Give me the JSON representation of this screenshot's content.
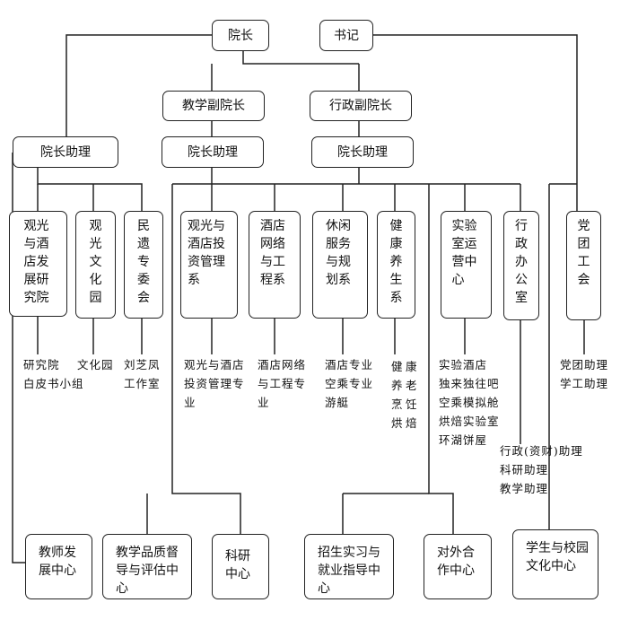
{
  "top": {
    "president": "院长",
    "secretary": "书记"
  },
  "vice": {
    "teaching": "教学副院长",
    "admin": "行政副院长"
  },
  "assistants": {
    "left": "院长助理",
    "middle": "院长助理",
    "right": "院长助理"
  },
  "units": {
    "institute": "观光与酒店发展研究院",
    "culture_park": "观光文化园",
    "folk_committee": "民遗专委会",
    "tourism_investment": "观光与酒店投资管理系",
    "hotel_network": "酒店网络与工程系",
    "leisure_service": "休闲服务与规划系",
    "health": "健康养生系",
    "lab_center": "实验室运营中心",
    "admin_office": "行政办公室",
    "party_league": "党团工会"
  },
  "notes": {
    "institute": "研究院\n白皮书小组",
    "culture_park": "文化园",
    "folk_committee": "刘芝凤\n工作室",
    "tourism_investment": "观光与酒店\n投资管理专\n业",
    "hotel_network": "酒店网络\n与工程专\n业",
    "leisure_service": "酒店专业\n空乘专业\n游艇",
    "health_cols": [
      "健养烹烘",
      "康老饪焙"
    ],
    "lab_center": "实验酒店\n独来独往吧\n空乘模拟舱\n烘焙实验室\n环湖饼屋",
    "party_league": "党团助理\n学工助理",
    "admin_office": "行政(资财)助理\n科研助理\n教学助理"
  },
  "bottom": {
    "teacher_dev": "教师发展中心",
    "teaching_quality": "教学品质督导与评估中心",
    "research": "科研中心",
    "enrollment": "招生实习与就业指导中心",
    "external": "对外合作中心",
    "campus_culture": "学生与校园文化中心"
  }
}
